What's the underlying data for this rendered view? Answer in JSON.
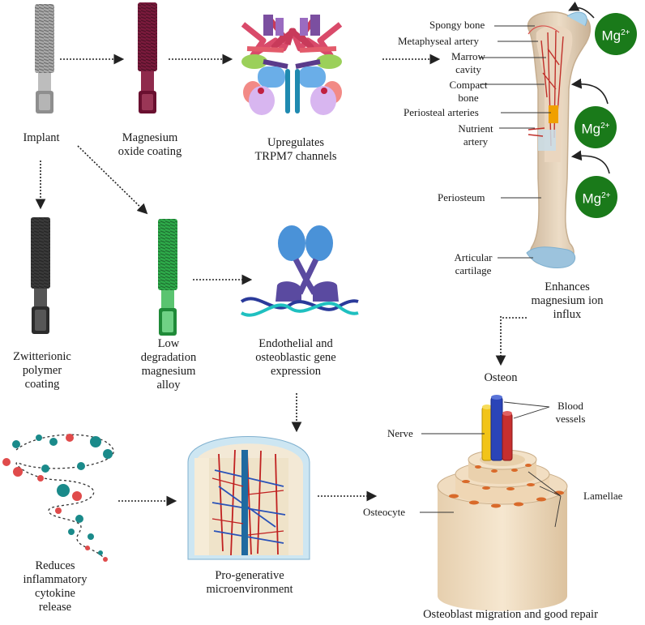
{
  "nodes": {
    "implant": "Implant",
    "mg_oxide": [
      "Magnesium",
      "oxide coating"
    ],
    "trpm7": [
      "Upregulates",
      "TRPM7 channels"
    ],
    "influx": [
      "Enhances",
      "magnesium ion",
      "influx"
    ],
    "zwitter": [
      "Zwitterionic",
      "polymer",
      "coating"
    ],
    "alloy": [
      "Low",
      "degradation",
      "magnesium",
      "alloy"
    ],
    "gene": [
      "Endothelial and",
      "osteoblastic gene",
      "expression"
    ],
    "cytokine": [
      "Reduces",
      "inflammatory",
      "cytokine",
      "release"
    ],
    "progen": [
      "Pro-generative",
      "microenvironment"
    ],
    "repair": "Osteoblast migration and good repair"
  },
  "bone_labels": {
    "spongy": "Spongy bone",
    "metaphyseal": "Metaphyseal artery",
    "marrow": [
      "Marrow",
      "cavity"
    ],
    "compact": [
      "Compact",
      "bone"
    ],
    "periosteal": "Periosteal arteries",
    "nutrient": [
      "Nutrient",
      "artery"
    ],
    "periosteum": "Periosteum",
    "articular": [
      "Articular",
      "cartilage"
    ]
  },
  "osteon_labels": {
    "title": "Osteon",
    "nerve": "Nerve",
    "blood": [
      "Blood",
      "vessels"
    ],
    "osteocyte": "Osteocyte",
    "lamellae": "Lamellae"
  },
  "ion": {
    "base": "Mg",
    "charge": "2+"
  },
  "colors": {
    "ion_green": "#1a7a1a",
    "arrow": "#222222",
    "bone": "#e9d7c0",
    "artery": "#c02020",
    "vein": "#2a52b8",
    "cartilage": "#8fb7d0",
    "mgo_coating": "#7a1a3c",
    "alloy_green": "#2eaa4a",
    "zwitter_dark": "#333333",
    "implant_grey": "#9a9a9a"
  }
}
